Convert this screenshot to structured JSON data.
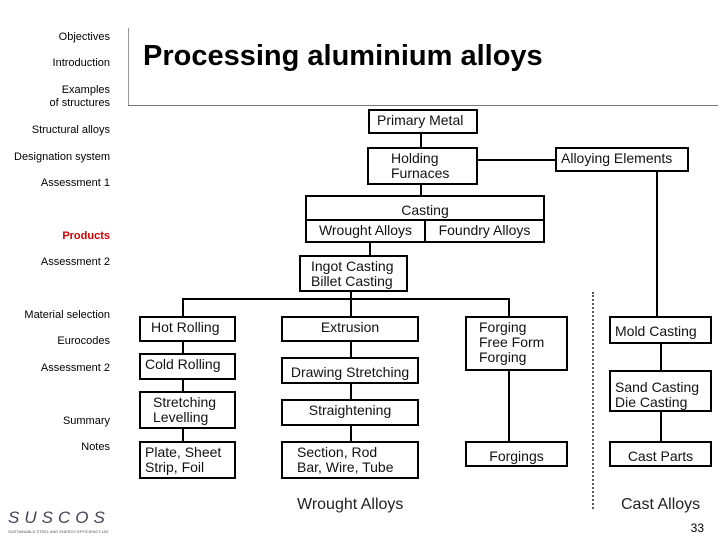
{
  "sidebar": {
    "items": [
      {
        "label": "Objectives"
      },
      {
        "label": "Introduction"
      },
      {
        "label": "Examples\nof structures"
      },
      {
        "label": "Structural alloys"
      },
      {
        "label": "Designation system"
      },
      {
        "label": "Assessment 1"
      },
      {
        "label": "Products",
        "active": true
      },
      {
        "label": "Assessment 2"
      },
      {
        "label": "Material selection"
      },
      {
        "label": "Eurocodes"
      },
      {
        "label": "Assessment 2"
      },
      {
        "label": "Summary"
      },
      {
        "label": "Notes"
      }
    ]
  },
  "title": "Processing aluminium alloys",
  "diagram": {
    "primary_metal": "Primary Metal",
    "holding_furnaces": "Holding\nFurnaces",
    "alloying_elements": "Alloying Elements",
    "casting": "Casting",
    "wrought_alloys_box": "Wrought Alloys",
    "foundry_alloys": "Foundry Alloys",
    "ingot_casting": "Ingot Casting\nBillet Casting",
    "hot_rolling": "Hot Rolling",
    "extrusion": "Extrusion",
    "forging": "Forging\nFree Form\nForging",
    "mold_casting": "Mold Casting",
    "cold_rolling": "Cold Rolling",
    "drawing_stretching": "Drawing Stretching",
    "sand_die_casting": "Sand Casting\nDie Casting",
    "stretching_levelling": "Stretching\nLevelling",
    "straightening": "Straightening",
    "plate_sheet": "Plate, Sheet\nStrip, Foil",
    "section_rod": "Section, Rod\nBar, Wire, Tube",
    "forgings": "Forgings",
    "cast_parts": "Cast Parts",
    "caption_wrought": "Wrought Alloys",
    "caption_cast": "Cast Alloys"
  },
  "logo": {
    "text": "SUSCOS",
    "tagline": "SUSTAINABLE STEEL AND ENERGY EFFICIENCY IAS"
  },
  "page_number": "33"
}
